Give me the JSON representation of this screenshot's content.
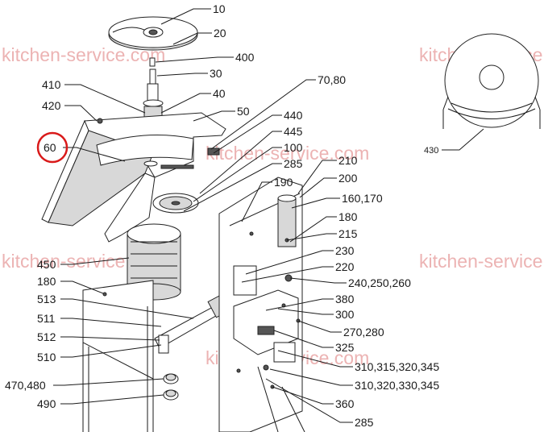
{
  "watermark": "kitchen-service.com",
  "highlight_color": "#d91a1a",
  "watermark_color": "#e9a6a6",
  "labels": {
    "l10": "10",
    "l20": "20",
    "l400": "400",
    "l30": "30",
    "l40": "40",
    "l50": "50",
    "l410": "410",
    "l420": "420",
    "l7080": "70,80",
    "l60": "60",
    "l440": "440",
    "l445": "445",
    "l100": "100",
    "l285a": "285",
    "l210": "210",
    "l200": "200",
    "l190": "190",
    "l160170": "160,170",
    "l180a": "180",
    "l215": "215",
    "l230": "230",
    "l220": "220",
    "l240": "240,250,260",
    "l380": "380",
    "l300": "300",
    "l270280": "270,280",
    "l325": "325",
    "l310a": "310,315,320,345",
    "l310b": "310,320,330,345",
    "l360": "360",
    "l285b": "285",
    "l450": "450",
    "l180b": "180",
    "l513": "513",
    "l511": "511",
    "l512": "512",
    "l510": "510",
    "l470480": "470,480",
    "l490": "490",
    "l430": "430"
  }
}
